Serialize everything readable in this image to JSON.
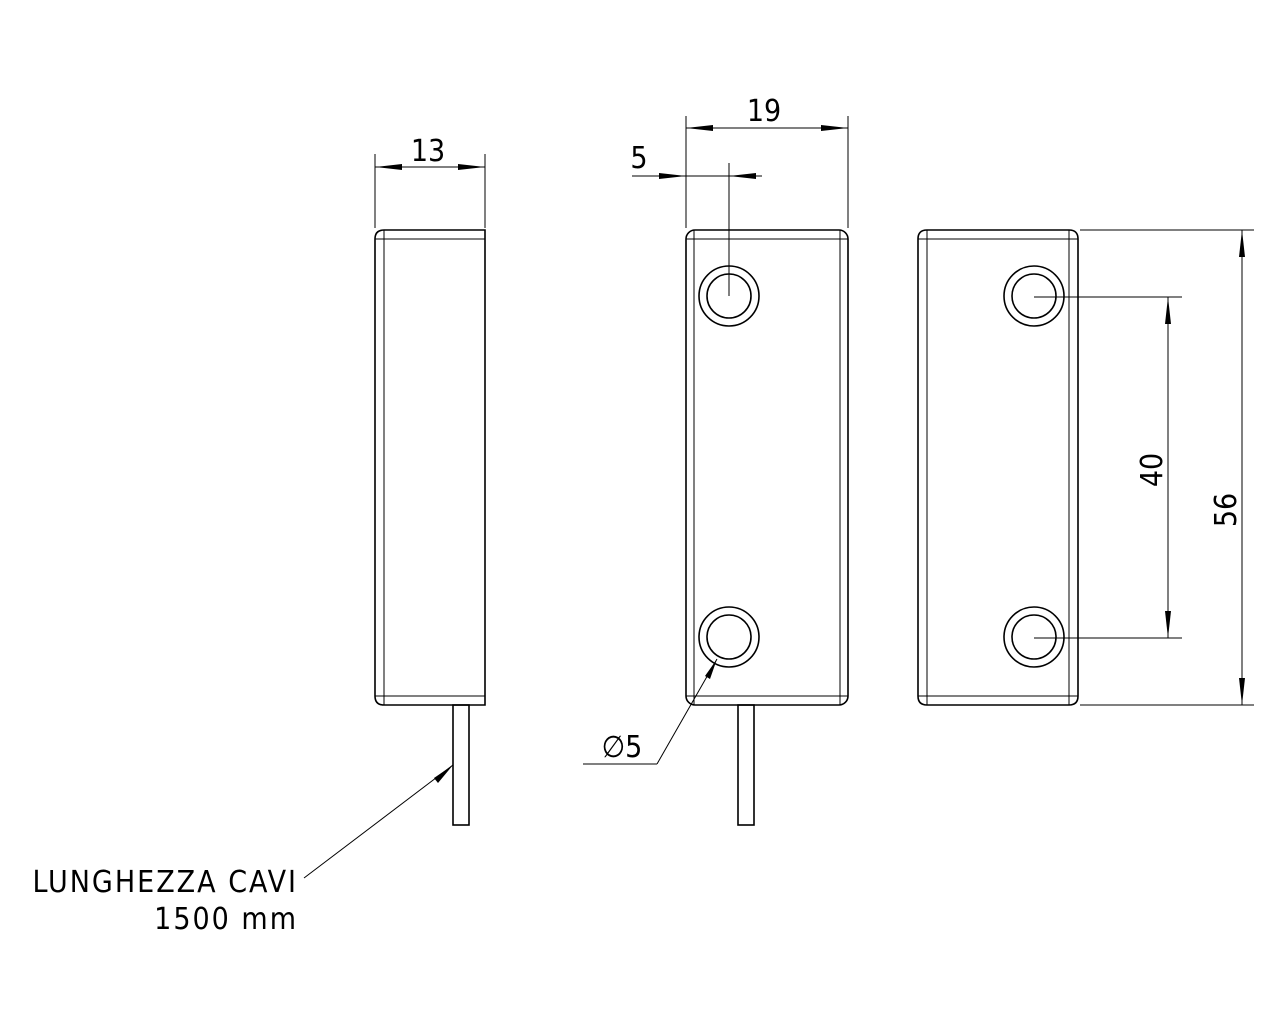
{
  "drawing": {
    "dimensions": {
      "side_width": "13",
      "front_width": "19",
      "hole_offset": "5",
      "hole_diameter": "∅5",
      "hole_spacing": "40",
      "height": "56"
    },
    "note": {
      "line1": "LUNGHEZZA CAVI",
      "line2": "1500 mm"
    },
    "colors": {
      "line": "#000000",
      "background": "#ffffff"
    }
  }
}
